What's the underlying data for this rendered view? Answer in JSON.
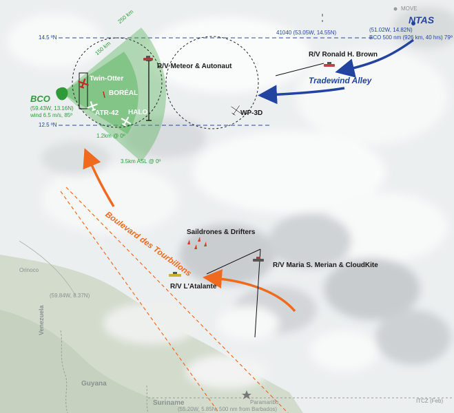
{
  "map": {
    "labels": {
      "move": "MOVE",
      "ntas": "NTAS",
      "ntas_coords": "(51.02W, 14.82N)",
      "ntas_distance": "BCO 500 nm (926 km, 40 hrs) 79º",
      "buoy_41040": "41040 (53.05W, 14.55N)",
      "ronald_brown": "R/V Ronald H. Brown",
      "tradewind_alley": "Tradewind Alley",
      "lat_14_5": "14.5 ºN",
      "lat_12_5": "12.5 ºN",
      "km_250": "250 km",
      "km_150": "150 km",
      "meteor": "R/V Meteor & Autonaut",
      "twin_otter": "Twin-Otter",
      "boreal": "BORÉAL",
      "atr42": "ATR-42",
      "halo": "HALO",
      "wp3d": "WP-3D",
      "bco": "BCO",
      "bco_coords": "(59.43W, 13.16N)",
      "bco_wind": "wind 6.5 m/s, 85º",
      "alt_1_2": "1.2km @ 0º",
      "alt_3_5": "3.5km ASL @ 0º",
      "boulevard": "Boulevard des Tourbillons",
      "saildrones": "Saildrones & Drifters",
      "maria_merian": "R/V Maria S. Merian & CloudKite",
      "atalante": "R/V L'Atalante",
      "orinoco": "Orinoco",
      "venezuela_coords": "(59.84W, 8.37N)",
      "venezuela": "Venezuela",
      "guyana": "Guyana",
      "suriname": "Suriname",
      "paramaribo": "Paramaribo",
      "paramaribo_coords": "(55.20W, 5.85N; 500 nm from Barbados)",
      "itcz": "ITCZ (Feb)"
    },
    "colors": {
      "green_sector": "#4caf50",
      "blue_accent": "#2244a0",
      "orange_accent": "#ef6a1e",
      "land": "#cfd8c8",
      "ocean": "#e9ecee"
    },
    "icons": [
      "ship-icon",
      "aircraft-icon",
      "buoy-icon",
      "saildrone-icon",
      "barbados-island-icon",
      "star-icon"
    ]
  }
}
